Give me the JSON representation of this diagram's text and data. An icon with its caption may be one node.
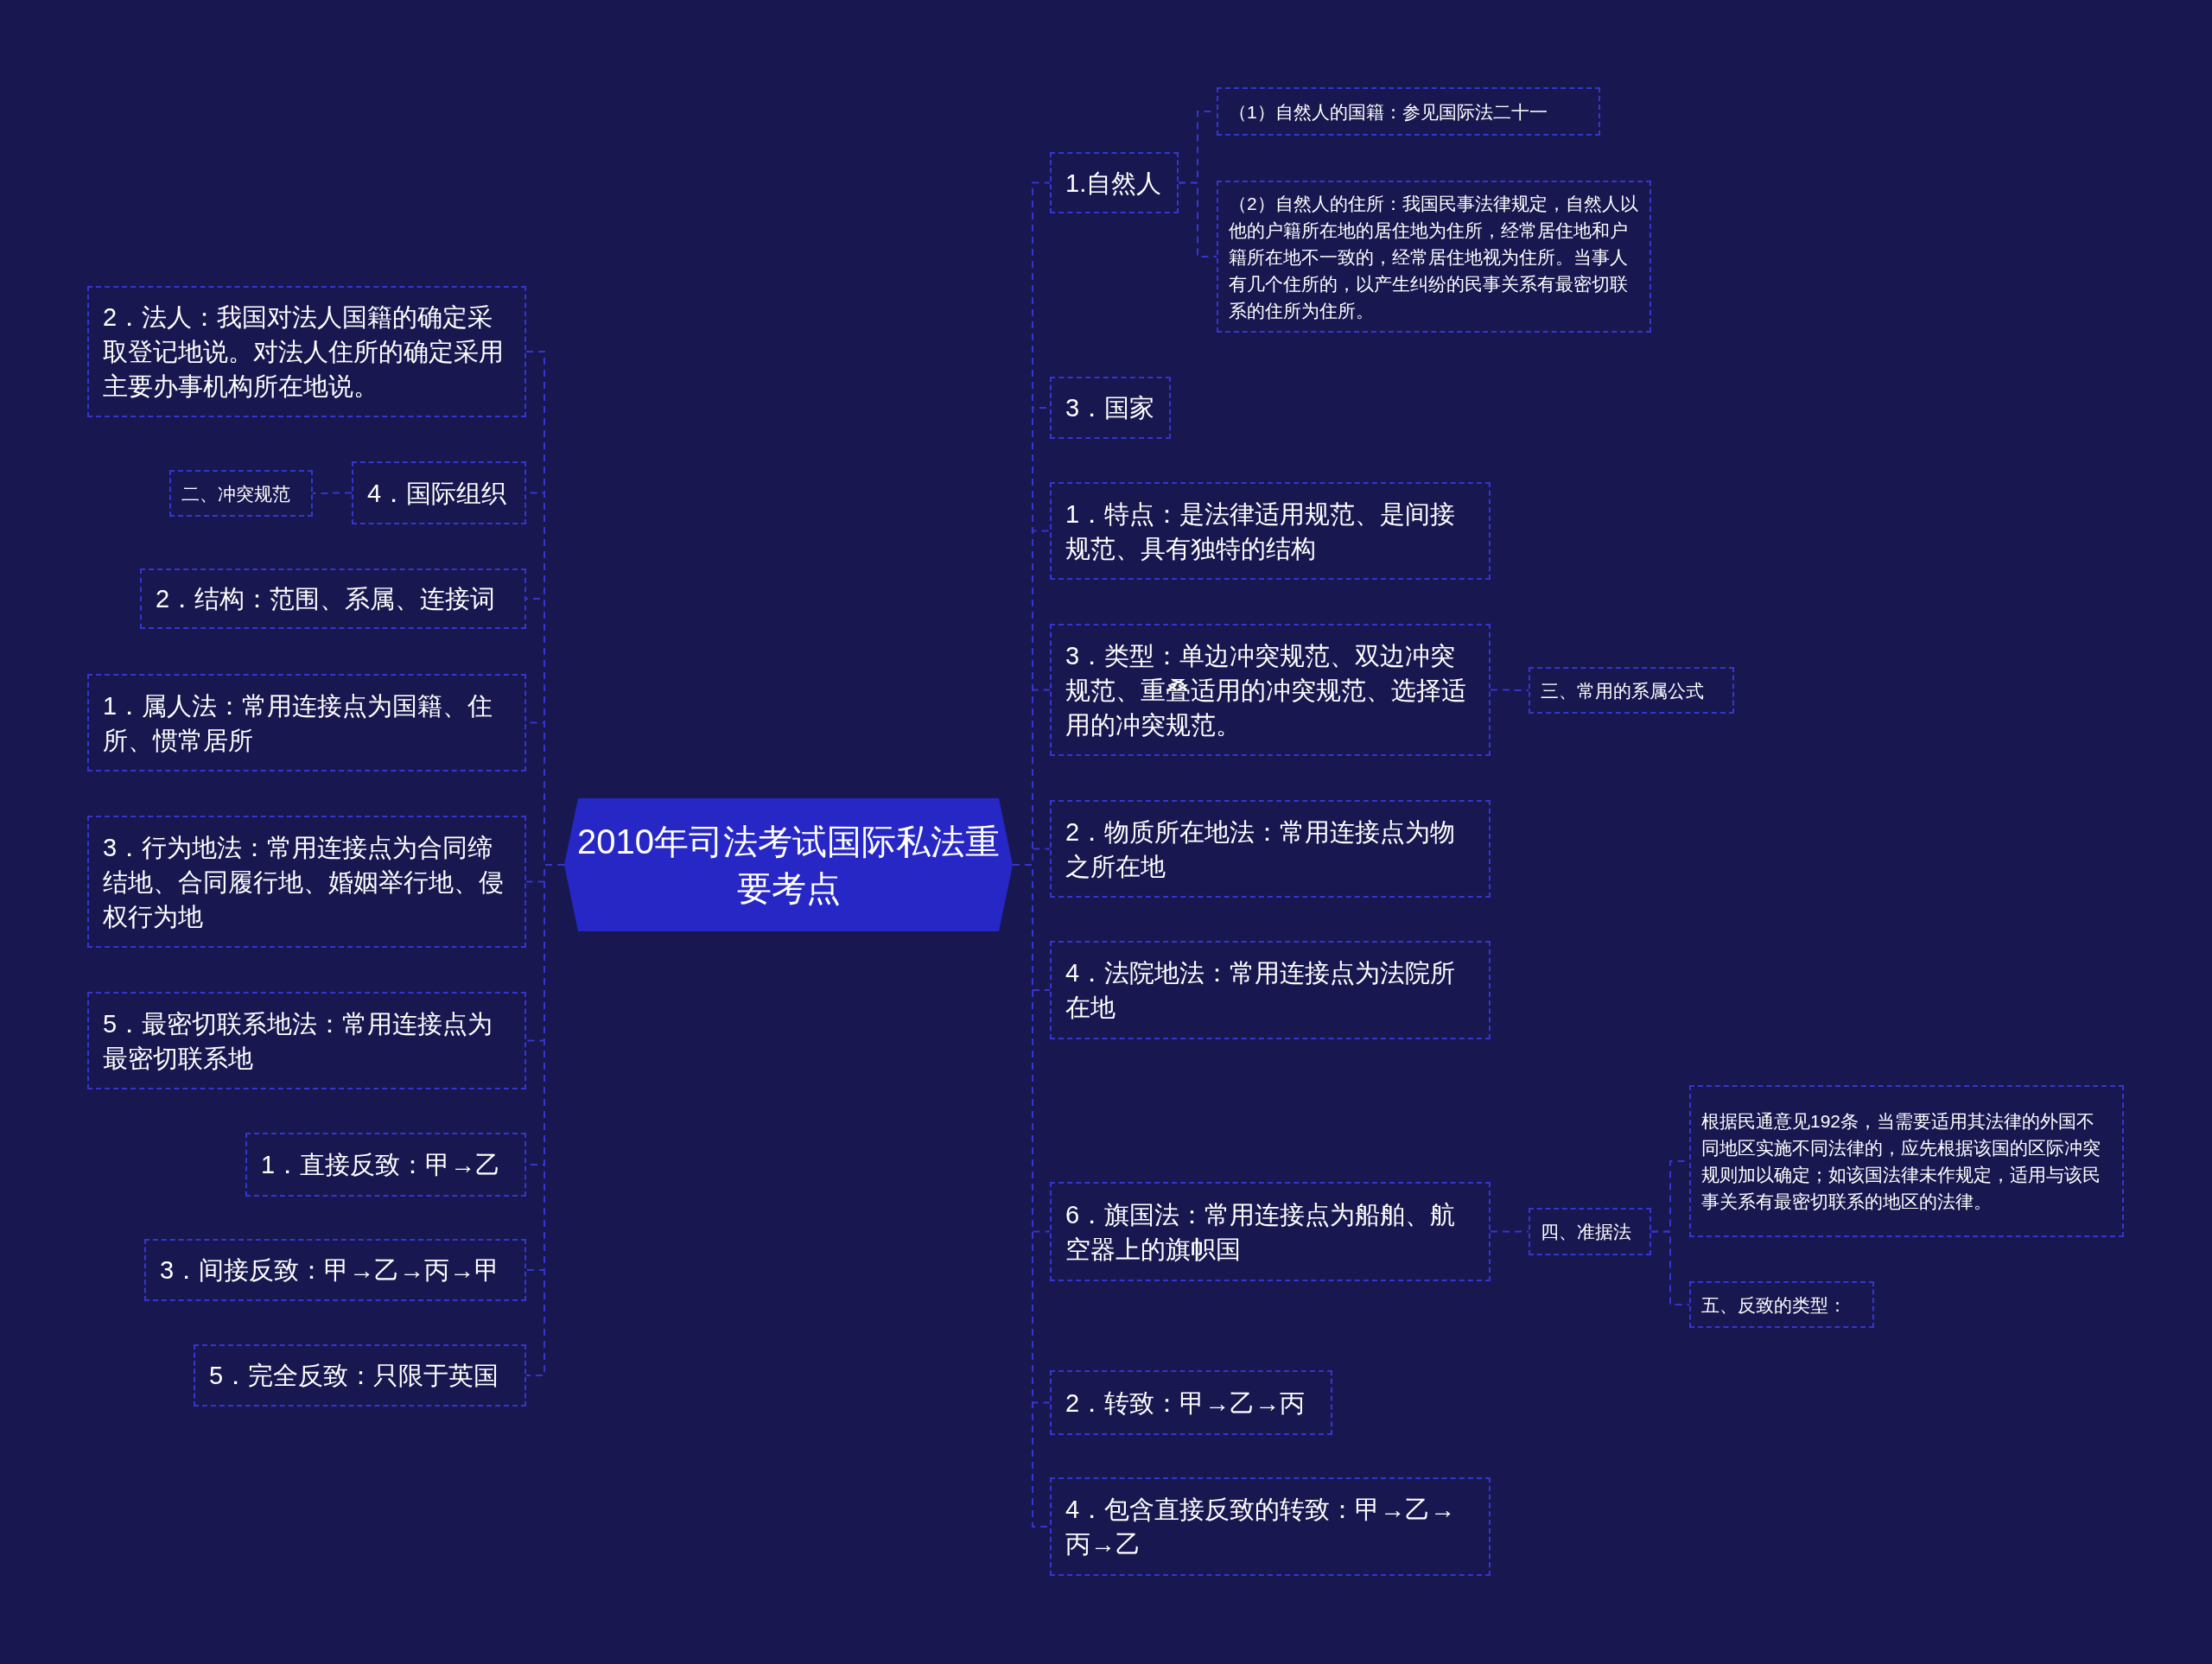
{
  "diagram": {
    "nodes": [
      {
        "text": [
          "2010年司法考试国际私法重要考点"
        ]
      },
      {
        "text": [
          "2．法人：我国对法人国籍的确定采取登记地说。对法人住所的确定采用主要办事机构所在地说。"
        ]
      },
      {
        "text": [
          "4．国际组织"
        ]
      },
      {
        "text": [
          "二、冲突规范"
        ]
      },
      {
        "text": [
          "2．结构：范围、系属、连接词"
        ]
      },
      {
        "text": [
          "1．属人法：常用连接点为国籍、住所、惯常居所"
        ]
      },
      {
        "text": [
          "3．行为地法：常用连接点为合同缔结地、合同履行地、婚姻举行地、侵权行为地"
        ]
      },
      {
        "text": [
          "5．最密切联系地法：常用连接点为最密切联系地"
        ]
      },
      {
        "text": [
          "1．直接反致：甲→乙"
        ]
      },
      {
        "text": [
          "3．间接反致：甲→乙→丙→甲"
        ]
      },
      {
        "text": [
          "5．完全反致：只限于英国"
        ]
      },
      {
        "text": [
          "1.自然人"
        ]
      },
      {
        "text": [
          "（1）自然人的国籍：参见国际法二十一"
        ]
      },
      {
        "text": [
          "（2）自然人的住所：我国民事法律规定，自然人以他的户籍所在地的居住地为住所，经常居住地和户籍所在地不一致的，经常居住地视为住所。当事人有几个住所的，以产生纠纷的民事关系有最密切联系的住所为住所。"
        ]
      },
      {
        "text": [
          "3．国家"
        ]
      },
      {
        "text": [
          "1．特点：是法律适用规范、是间接规范、具有独特的结构"
        ]
      },
      {
        "text": [
          "3．类型：单边冲突规范、双边冲突规范、重叠适用的冲突规范、选择适用的冲突规范。"
        ]
      },
      {
        "text": [
          "三、常用的系属公式"
        ]
      },
      {
        "text": [
          "2．物质所在地法：常用连接点为物之所在地"
        ]
      },
      {
        "text": [
          "4．法院地法：常用连接点为法院所在地"
        ]
      },
      {
        "text": [
          "6．旗国法：常用连接点为船舶、航空器上的旗帜国"
        ]
      },
      {
        "text": [
          "四、准据法"
        ]
      },
      {
        "text": [
          "根据民通意见192条，当需要适用其法律的外国不同地区实施不同法律的，应先根据该国的区际冲突规则加以确定；如该国法律未作规定，适用与该民事关系有最密切联系的地区的法律。"
        ]
      },
      {
        "text": [
          "五、反致的类型："
        ]
      },
      {
        "text": [
          "2．转致：甲→乙→丙"
        ]
      },
      {
        "text": [
          "4．包含直接反致的转致：甲→乙→丙→乙"
        ]
      }
    ],
    "edges": [
      {
        "from": 0,
        "to": 1,
        "arrow": "none"
      },
      {
        "from": 0,
        "to": 2,
        "arrow": "none"
      },
      {
        "from": 2,
        "to": 3,
        "arrow": "none"
      },
      {
        "from": 0,
        "to": 4,
        "arrow": "none"
      },
      {
        "from": 0,
        "to": 5,
        "arrow": "none"
      },
      {
        "from": 0,
        "to": 6,
        "arrow": "none"
      },
      {
        "from": 0,
        "to": 7,
        "arrow": "none"
      },
      {
        "from": 0,
        "to": 8,
        "arrow": "none"
      },
      {
        "from": 0,
        "to": 9,
        "arrow": "none"
      },
      {
        "from": 0,
        "to": 10,
        "arrow": "none"
      },
      {
        "from": 0,
        "to": 11,
        "arrow": "none"
      },
      {
        "from": 11,
        "to": 12,
        "arrow": "none"
      },
      {
        "from": 11,
        "to": 13,
        "arrow": "none"
      },
      {
        "from": 0,
        "to": 14,
        "arrow": "none"
      },
      {
        "from": 0,
        "to": 15,
        "arrow": "none"
      },
      {
        "from": 0,
        "to": 16,
        "arrow": "none"
      },
      {
        "from": 16,
        "to": 17,
        "arrow": "none"
      },
      {
        "from": 0,
        "to": 18,
        "arrow": "none"
      },
      {
        "from": 0,
        "to": 19,
        "arrow": "none"
      },
      {
        "from": 0,
        "to": 20,
        "arrow": "none"
      },
      {
        "from": 20,
        "to": 21,
        "arrow": "none"
      },
      {
        "from": 21,
        "to": 22,
        "arrow": "none"
      },
      {
        "from": 21,
        "to": 23,
        "arrow": "none"
      },
      {
        "from": 0,
        "to": 24,
        "arrow": "none"
      },
      {
        "from": 0,
        "to": 25,
        "arrow": "none"
      }
    ]
  }
}
